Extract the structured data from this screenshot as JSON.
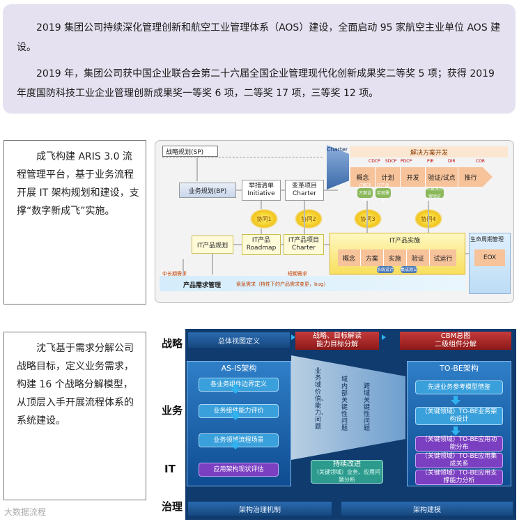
{
  "intro": {
    "para1": "2019 集团公司持续深化管理创新和航空工业管理体系（AOS）建设，全面启动 95 家航空主业单位 AOS 建设。",
    "para2": "2019 年，集团公司获中国企业联合会第二十六届全国企业管理现代化创新成果奖二等奖 5 项；获得 2019 年度国防科技工业企业管理创新成果奖一等奖 6 项，二等奖 17 项，三等奖 12 项。"
  },
  "case1": {
    "text": "成飞构建 ARIS 3.0 流程管理平台，基于业务流程开展 IT 架构规划和建设，支撑“数字新成飞”实施。",
    "diagram": {
      "strategy_plan": "战略规划(SP)",
      "business_plan": "业务规划(BP)",
      "initiative": "举措清单\nInitiative",
      "change_charter": "变革项目\nCharter",
      "it_plan": "IT产品规划",
      "it_roadmap": "IT产品\nRoadmap",
      "it_charter": "IT产品项目\nCharter",
      "charter_label": "Charter",
      "solution_dev": "解决方案开发",
      "solution_stages": [
        "概念",
        "计划",
        "开发",
        "验证/试点",
        "推行"
      ],
      "gates": [
        "CDCP",
        "SDCP",
        "PDCP",
        "PIR",
        "DIR",
        "COR"
      ],
      "it_impl": "IT产品实施",
      "it_impl_stages": [
        "概念",
        "方案",
        "实施",
        "验证",
        "试运行"
      ],
      "lifecycle": "生命周期管理",
      "eox": "EOX",
      "sub_notes": [
        "IT解决方案设计",
        "IT产品实现需求",
        "IT解决方案验证"
      ],
      "impl_tags": [
        "系统设计",
        "集成测试"
      ],
      "collab": [
        "协同1",
        "协同2",
        "协同3",
        "协同4"
      ],
      "req_mgmt": "产品需求管理",
      "req_long": "中长期需求",
      "req_short": "短期需求",
      "req_urgent": "紧急需求（特性下的产品需求变更，bug）"
    }
  },
  "case2": {
    "text": "沈飞基于需求分解公司战略目标，定义业务需求，构建 16 个战略分解模型，从顶层入手开展流程体系的系统建设。",
    "diagram": {
      "row_labels": [
        "战略",
        "业务",
        "IT",
        "治理"
      ],
      "overall_view": "总体视图定义",
      "strategy_decode": "战略、目标解读\n能力目标分解",
      "cbm": "CBM总图\n二级组件分解",
      "asis_title": "AS-IS架构",
      "asis_items": [
        "各业务组件边界定义",
        "业务组件能力评价",
        "业务领域流程场景",
        "应用架构现状评估"
      ],
      "funnel_text": [
        "业务域价值、能力、问题",
        "域内部关键性问题",
        "跨域关键性问题"
      ],
      "tobe_title": "TO-BE架构",
      "tobe_items": [
        "先进业务参考模型借鉴",
        "（关键领域）TO-BE业务架构设计",
        "（关键领域）TO-BE应用功能分布",
        "（关键领域）TO-BE应用集成关系",
        "（关键领域）TO-BE应用支撑能力分析"
      ],
      "improve_title": "持续改进",
      "improve_text": "（关键领域）业务、应用问题分析",
      "governance_left": "架构治理机制",
      "governance_right": "架构建模"
    }
  },
  "watermark": "大数据流程",
  "colors": {
    "intro_bg": "#e5e1f0",
    "diagram_blue": "#1f5a9c",
    "diagram_red": "#b22a2a",
    "burst": "#f6d21f",
    "solution_bar": "#f9c59a"
  }
}
